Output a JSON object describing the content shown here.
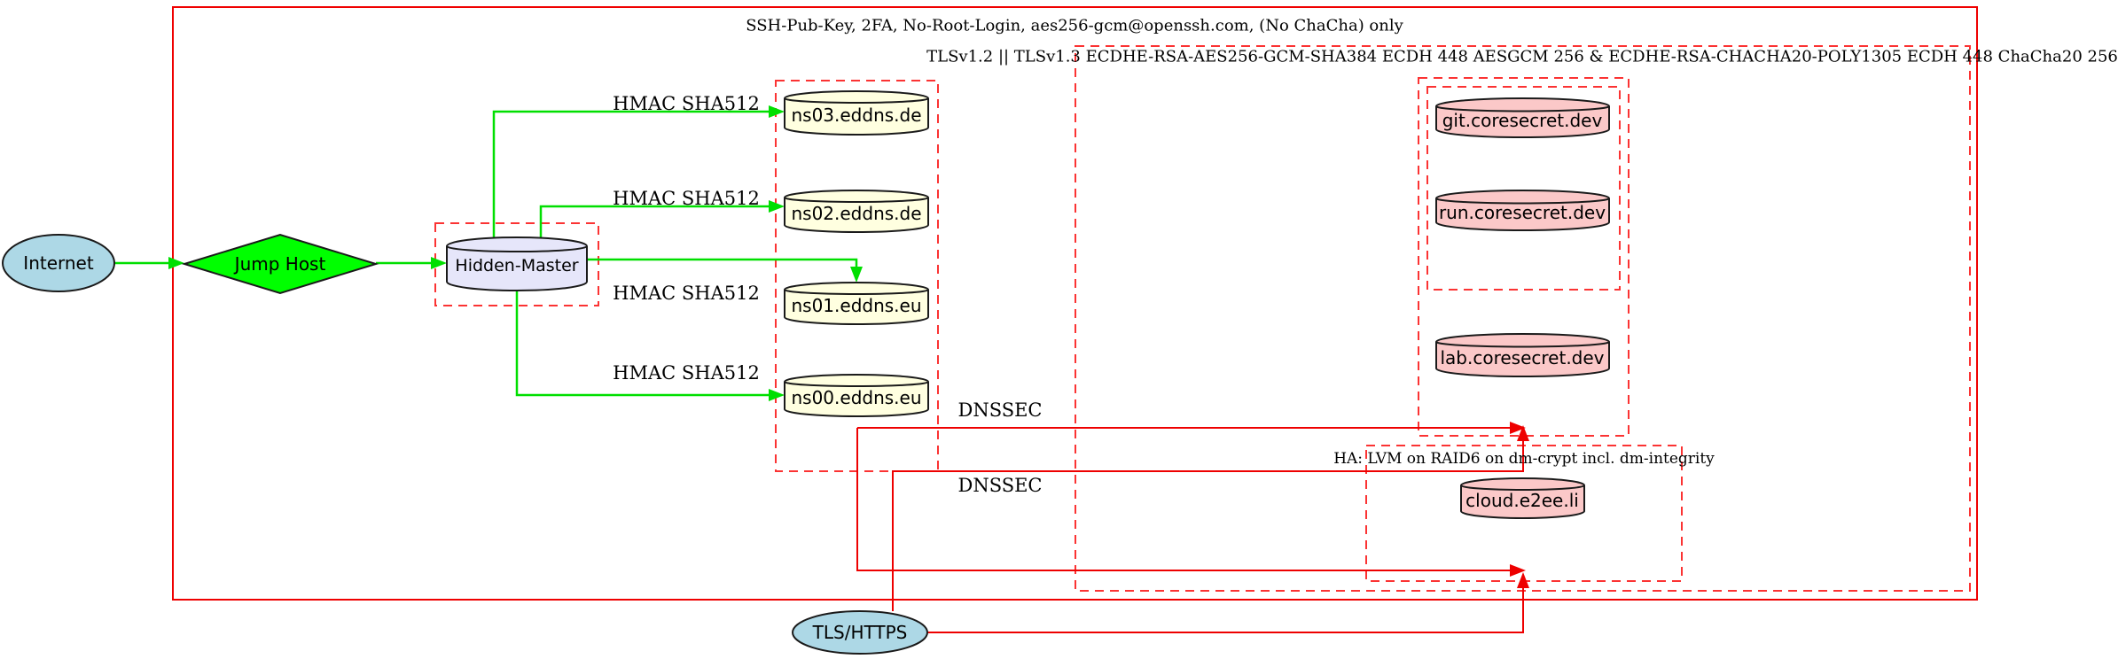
{
  "diagram": {
    "clusters": {
      "ssh": {
        "title": "SSH-Pub-Key, 2FA, No-Root-Login, aes256-gcm@openssh.com, (No ChaCha) only",
        "border_style": "solid",
        "border_color": "#ef0000"
      },
      "tls": {
        "title": "TLSv1.2 || TLSv1.3 ECDHE-RSA-AES256-GCM-SHA384 ECDH 448 AESGCM 256 & ECDHE-RSA-CHACHA20-POLY1305 ECDH 448 ChaCha20 256",
        "border_style": "dashed",
        "border_color": "#fb3333"
      },
      "dns": {
        "title": "",
        "border_style": "dashed",
        "border_color": "#fb3333"
      },
      "hidden_master_box": {
        "title": "",
        "border_style": "dashed",
        "border_color": "#fb3333"
      },
      "coresecret_outer": {
        "title": "",
        "border_style": "dashed",
        "border_color": "#fb3333"
      },
      "coresecret_inner": {
        "title": "",
        "border_style": "dashed",
        "border_color": "#fb3333"
      },
      "ha": {
        "title": "HA: LVM on RAID6 on dm-crypt incl. dm-integrity",
        "border_style": "dashed",
        "border_color": "#fb3333"
      }
    },
    "nodes": {
      "internet": {
        "label": "Internet",
        "shape": "ellipse",
        "fill": "#add8e6"
      },
      "jump_host": {
        "label": "Jump Host",
        "shape": "diamond",
        "fill": "#00ff00"
      },
      "hidden_master": {
        "label": "Hidden-Master",
        "shape": "cylinder",
        "fill": "#e6e6fa"
      },
      "ns03": {
        "label": "ns03.eddns.de",
        "shape": "cylinder",
        "fill": "#ffffe0"
      },
      "ns02": {
        "label": "ns02.eddns.de",
        "shape": "cylinder",
        "fill": "#ffffe0"
      },
      "ns01": {
        "label": "ns01.eddns.eu",
        "shape": "cylinder",
        "fill": "#ffffe0"
      },
      "ns00": {
        "label": "ns00.eddns.eu",
        "shape": "cylinder",
        "fill": "#ffffe0"
      },
      "git": {
        "label": "git.coresecret.dev",
        "shape": "cylinder",
        "fill": "#fbc8c8"
      },
      "run": {
        "label": "run.coresecret.dev",
        "shape": "cylinder",
        "fill": "#fbc8c8"
      },
      "lab": {
        "label": "lab.coresecret.dev",
        "shape": "cylinder",
        "fill": "#fbc8c8"
      },
      "cloud": {
        "label": "cloud.e2ee.li",
        "shape": "cylinder",
        "fill": "#fbc8c8"
      },
      "tls_https": {
        "label": "TLS/HTTPS",
        "shape": "ellipse",
        "fill": "#add8e6"
      }
    },
    "edge_labels": {
      "hmac": "HMAC SHA512",
      "dnssec": "DNSSEC"
    },
    "edges": [
      {
        "from": "Internet",
        "to": "Jump Host",
        "color": "green"
      },
      {
        "from": "Jump Host",
        "to": "Hidden-Master",
        "color": "green"
      },
      {
        "from": "Hidden-Master",
        "to": "ns03.eddns.de",
        "label": "HMAC SHA512",
        "color": "green"
      },
      {
        "from": "Hidden-Master",
        "to": "ns02.eddns.de",
        "label": "HMAC SHA512",
        "color": "green"
      },
      {
        "from": "Hidden-Master",
        "to": "ns01.eddns.eu",
        "label": "HMAC SHA512",
        "color": "green"
      },
      {
        "from": "Hidden-Master",
        "to": "ns00.eddns.eu",
        "label": "HMAC SHA512",
        "color": "green"
      },
      {
        "from": "dns-cluster",
        "to": "coresecret-cluster",
        "label": "DNSSEC",
        "color": "red"
      },
      {
        "from": "dns-cluster",
        "to": "ha-cluster",
        "label": "DNSSEC",
        "color": "red"
      },
      {
        "from": "TLS/HTTPS",
        "to": "coresecret-cluster",
        "color": "red"
      },
      {
        "from": "TLS/HTTPS",
        "to": "ha-cluster",
        "color": "red"
      }
    ],
    "colors": {
      "edge_green": "#00df00",
      "edge_red": "#ee0000",
      "node_border": "#1a1a1a",
      "fill_lightblue": "#add8e6",
      "fill_green": "#00ff00",
      "fill_lavender": "#e6e6fa",
      "fill_lightyellow": "#ffffe0",
      "fill_pink": "#fbc8c8",
      "background": "#ffffff"
    }
  }
}
